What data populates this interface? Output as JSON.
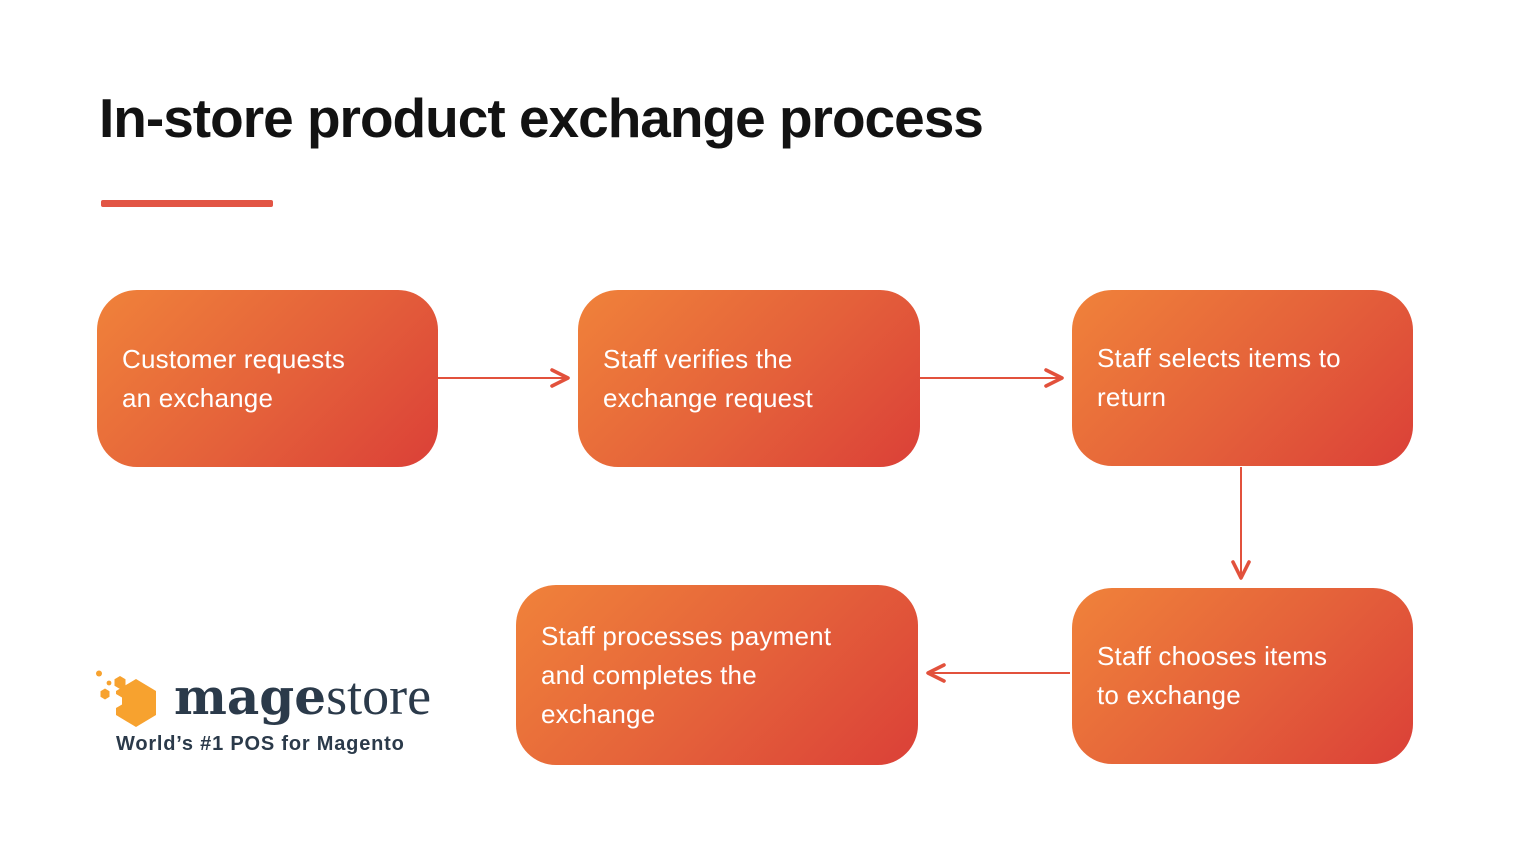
{
  "slide": {
    "title": "In-store product exchange process"
  },
  "flowchart": {
    "nodes": [
      {
        "step": 1,
        "label": "Customer requests an exchange",
        "lines": [
          "Customer requests",
          "an exchange"
        ]
      },
      {
        "step": 2,
        "label": "Staff verifies the exchange request",
        "lines": [
          "Staff verifies the",
          "exchange request"
        ]
      },
      {
        "step": 3,
        "label": "Staff selects items to return",
        "lines": [
          "Staff selects items to",
          "return"
        ]
      },
      {
        "step": 4,
        "label": "Staff chooses items to exchange",
        "lines": [
          "Staff chooses items",
          "to exchange"
        ]
      },
      {
        "step": 5,
        "label": "Staff processes payment and completes the exchange",
        "lines": [
          "Staff processes payment",
          "and completes the",
          "exchange"
        ]
      }
    ],
    "edges": [
      {
        "from": 1,
        "to": 2,
        "direction": "right"
      },
      {
        "from": 2,
        "to": 3,
        "direction": "right"
      },
      {
        "from": 3,
        "to": 4,
        "direction": "down"
      },
      {
        "from": 4,
        "to": 5,
        "direction": "left"
      }
    ]
  },
  "logo": {
    "brand_bold": "mage",
    "brand_light": "store",
    "tagline": "World’s #1 POS for Magento"
  },
  "colors": {
    "background": "#FFFFFF",
    "title_text": "#121212",
    "title_underline": "#E25545",
    "node_gradient_start": "#F0823A",
    "node_gradient_end": "#DB4038",
    "node_text": "#FFFFFF",
    "arrow": "#E2513C",
    "logo_navy": "#2B3A4A",
    "logo_orange": "#F7A22F"
  }
}
